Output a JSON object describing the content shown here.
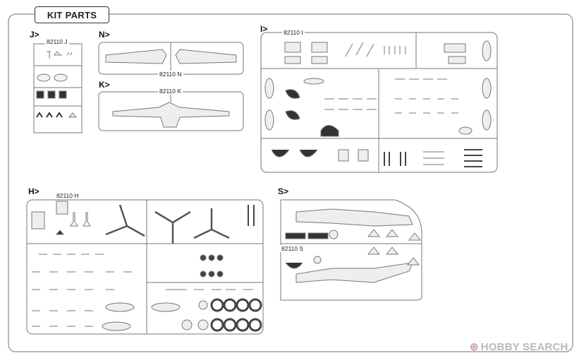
{
  "page": {
    "title": "KIT PARTS"
  },
  "sprues": [
    {
      "id": "J",
      "label": "J>",
      "part_number": "82110 J"
    },
    {
      "id": "N",
      "label": "N>",
      "part_number": "82110 N"
    },
    {
      "id": "K",
      "label": "K>",
      "part_number": "82110 K"
    },
    {
      "id": "I",
      "label": "I>",
      "part_number": "82110 I"
    },
    {
      "id": "H",
      "label": "H>",
      "part_number": "82110 H"
    },
    {
      "id": "S",
      "label": "S>",
      "part_number": "82110 S"
    }
  ],
  "watermark": {
    "logo": "⊛",
    "text": "HOBBY SEARCH"
  },
  "colors": {
    "outline": "#777777",
    "part_fill": "#eeeeee",
    "dark_part": "#444444",
    "watermark": "#b9b9b9"
  }
}
